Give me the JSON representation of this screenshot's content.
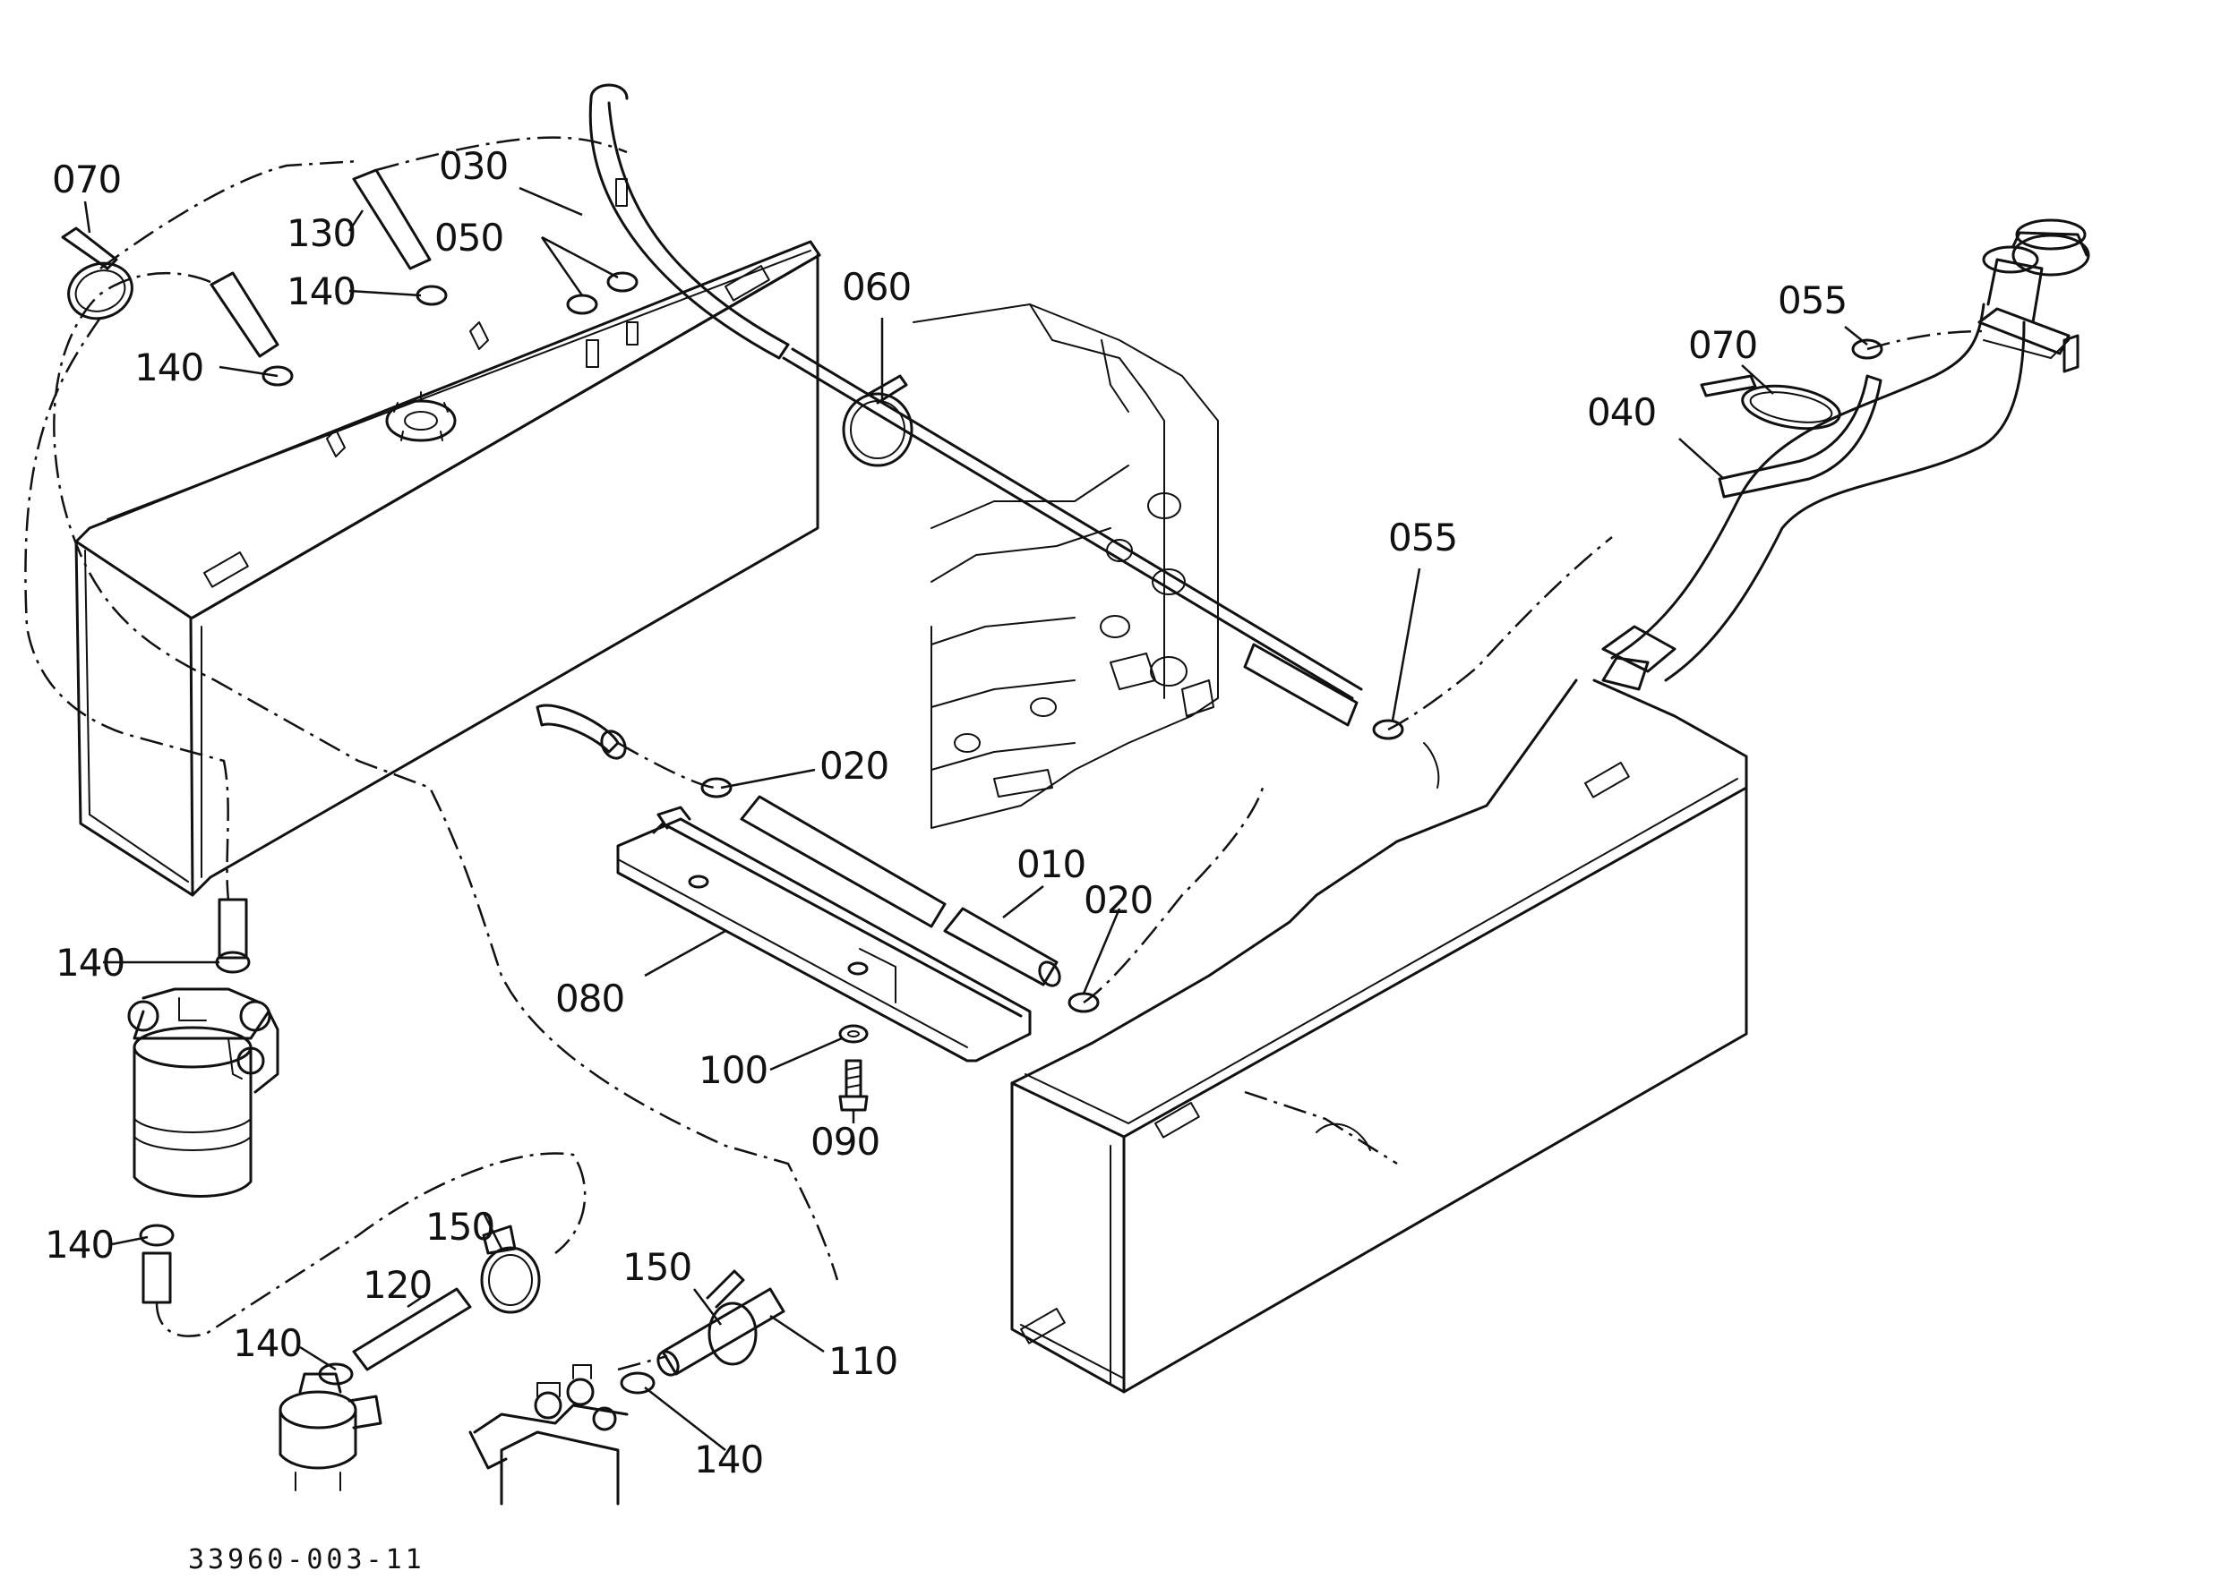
{
  "drawing": {
    "doc_number": "33960-003-11",
    "callouts": [
      {
        "id": "c070a",
        "label": "070"
      },
      {
        "id": "c130",
        "label": "130"
      },
      {
        "id": "c140a",
        "label": "140"
      },
      {
        "id": "c140b",
        "label": "140"
      },
      {
        "id": "c030",
        "label": "030"
      },
      {
        "id": "c050",
        "label": "050"
      },
      {
        "id": "c060",
        "label": "060"
      },
      {
        "id": "c055a",
        "label": "055"
      },
      {
        "id": "c070b",
        "label": "070"
      },
      {
        "id": "c040",
        "label": "040"
      },
      {
        "id": "c055b",
        "label": "055"
      },
      {
        "id": "c020a",
        "label": "020"
      },
      {
        "id": "c010",
        "label": "010"
      },
      {
        "id": "c020b",
        "label": "020"
      },
      {
        "id": "c080",
        "label": "080"
      },
      {
        "id": "c100",
        "label": "100"
      },
      {
        "id": "c090",
        "label": "090"
      },
      {
        "id": "c140c",
        "label": "140"
      },
      {
        "id": "c140d",
        "label": "140"
      },
      {
        "id": "c150a",
        "label": "150"
      },
      {
        "id": "c120",
        "label": "120"
      },
      {
        "id": "c140e",
        "label": "140"
      },
      {
        "id": "c150b",
        "label": "150"
      },
      {
        "id": "c110",
        "label": "110"
      },
      {
        "id": "c140f",
        "label": "140"
      }
    ]
  }
}
